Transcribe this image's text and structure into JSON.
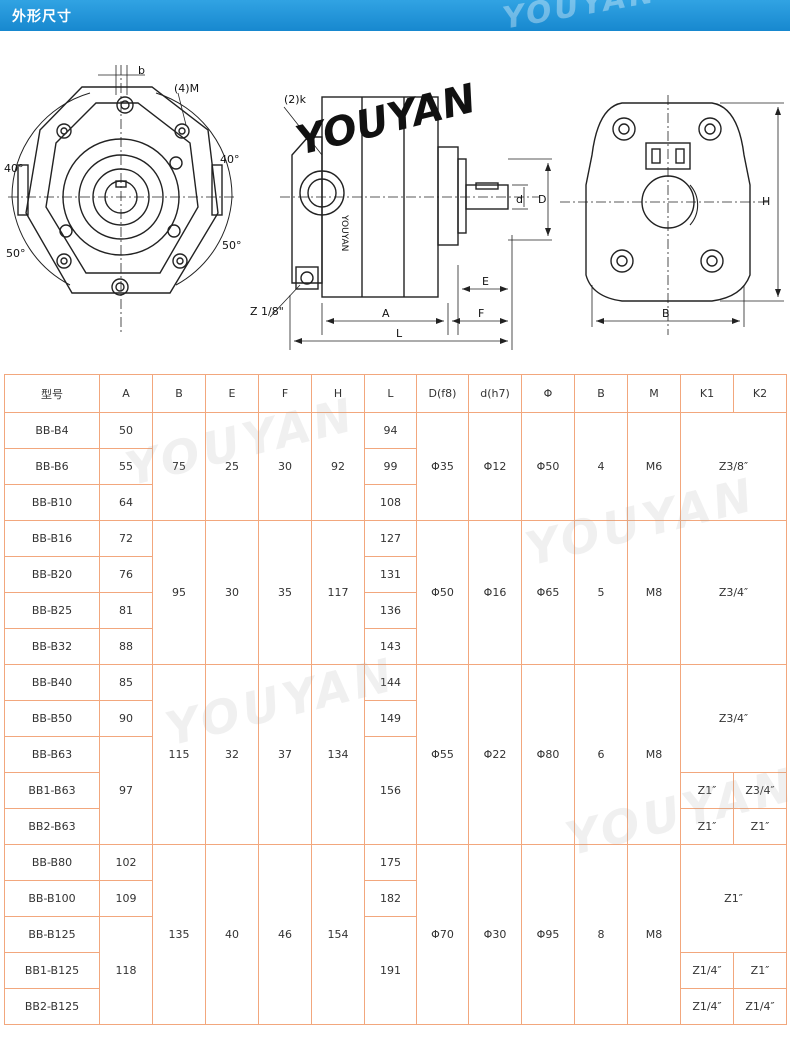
{
  "header": {
    "title": "外形尺寸",
    "brand_watermark": "YOUYAN"
  },
  "drawing": {
    "labels": {
      "b": "b",
      "m4": "(4)M",
      "angle40": "40°",
      "angle50": "50°",
      "k2": "(2)k",
      "z18": "Z 1/8\"",
      "brand": "YOUYAN",
      "a": "A",
      "l": "L",
      "e": "E",
      "f": "F",
      "d_small": "d",
      "d_big": "D",
      "h": "H",
      "b_big": "B"
    }
  },
  "table": {
    "headers": [
      "型号",
      "A",
      "B",
      "E",
      "F",
      "H",
      "L",
      "D(f8)",
      "d(h7)",
      "Φ",
      "B",
      "M",
      "K1",
      "K2"
    ],
    "models": [
      "BB-B4",
      "BB-B6",
      "BB-B10",
      "BB-B16",
      "BB-B20",
      "BB-B25",
      "BB-B32",
      "BB-B40",
      "BB-B50",
      "BB-B63",
      "BB1-B63",
      "BB2-B63",
      "BB-B80",
      "BB-B100",
      "BB-B125",
      "BB1-B125",
      "BB2-B125"
    ],
    "a_values": [
      "50",
      "55",
      "64",
      "72",
      "76",
      "81",
      "88",
      "85",
      "90",
      "97",
      "102",
      "109",
      "118"
    ],
    "l_values": [
      "94",
      "99",
      "108",
      "127",
      "131",
      "136",
      "143",
      "144",
      "149",
      "156",
      "175",
      "182",
      "191"
    ],
    "groups": [
      {
        "b": "75",
        "e": "25",
        "f": "30",
        "h": "92",
        "d_f8": "Φ35",
        "d_h7": "Φ12",
        "phi": "Φ50",
        "bb": "4",
        "m": "M6"
      },
      {
        "b": "95",
        "e": "30",
        "f": "35",
        "h": "117",
        "d_f8": "Φ50",
        "d_h7": "Φ16",
        "phi": "Φ65",
        "bb": "5",
        "m": "M8"
      },
      {
        "b": "115",
        "e": "32",
        "f": "37",
        "h": "134",
        "d_f8": "Φ55",
        "d_h7": "Φ22",
        "phi": "Φ80",
        "bb": "6",
        "m": "M8"
      },
      {
        "b": "135",
        "e": "40",
        "f": "46",
        "h": "154",
        "d_f8": "Φ70",
        "d_h7": "Φ30",
        "phi": "Φ95",
        "bb": "8",
        "m": "M8"
      }
    ],
    "k": {
      "g1": "Z3/8″",
      "g2": "Z3/4″",
      "g3": "Z3/4″",
      "bb1_b63_k1": "Z1″",
      "bb1_b63_k2": "Z3/4″",
      "bb2_b63_k1": "Z1″",
      "bb2_b63_k2": "Z1″",
      "g4": "Z1″",
      "bb1_b125_k1": "Z1/4″",
      "bb1_b125_k2": "Z1″",
      "bb2_b125_k1": "Z1/4″",
      "bb2_b125_k2": "Z1/4″"
    }
  }
}
